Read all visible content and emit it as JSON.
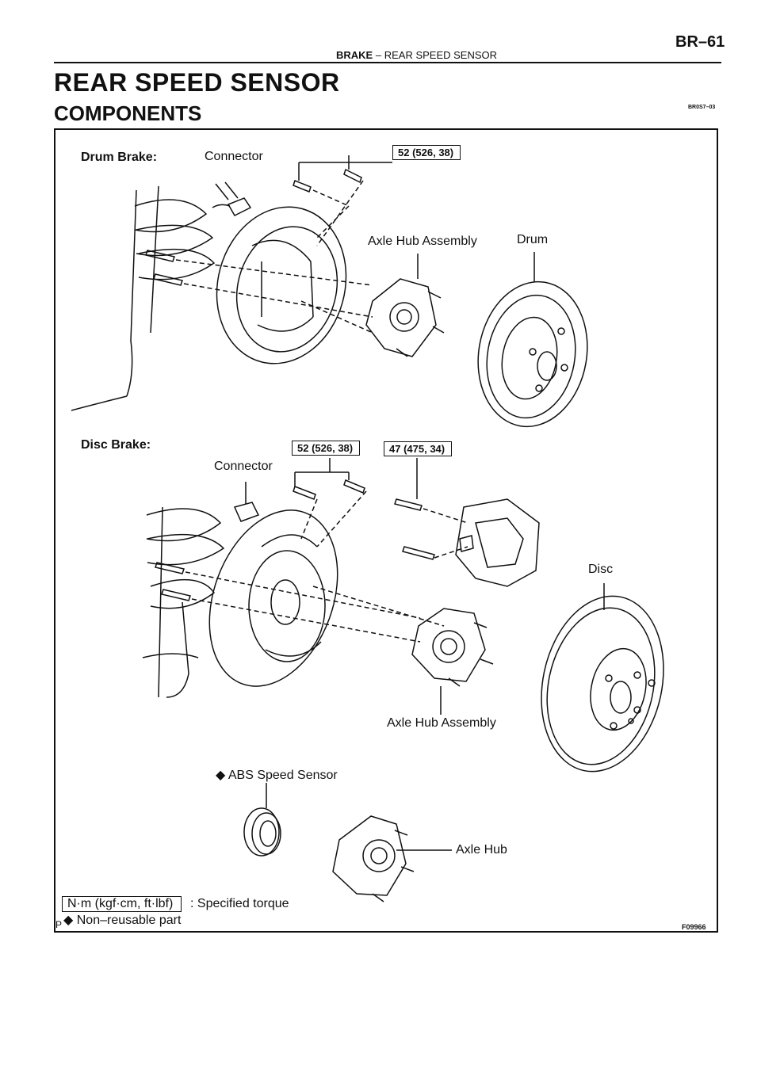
{
  "header": {
    "page_number": "BR–61",
    "section": "BRAKE",
    "separator": "–",
    "subsection": "REAR SPEED SENSOR"
  },
  "title": "REAR SPEED SENSOR",
  "subtitle": "COMPONENTS",
  "doc_code": "BR0S7–03",
  "drum_section": {
    "heading": "Drum Brake:",
    "connector": "Connector",
    "torque": "52 (526, 38)",
    "axle_hub_assembly": "Axle Hub Assembly",
    "drum": "Drum"
  },
  "disc_section": {
    "heading": "Disc Brake:",
    "torque_1": "52 (526, 38)",
    "torque_2": "47 (475, 34)",
    "connector": "Connector",
    "disc": "Disc",
    "axle_hub_assembly": "Axle Hub Assembly"
  },
  "parts": {
    "abs_sensor": "◆ ABS Speed Sensor",
    "axle_hub": "Axle Hub"
  },
  "legend": {
    "unit_box": "N·m (kgf·cm, ft·lbf)",
    "unit_text": ": Specified torque",
    "p_marker": "P",
    "nonreusable": "◆ Non–reusable part"
  },
  "figure_code": "F09966"
}
